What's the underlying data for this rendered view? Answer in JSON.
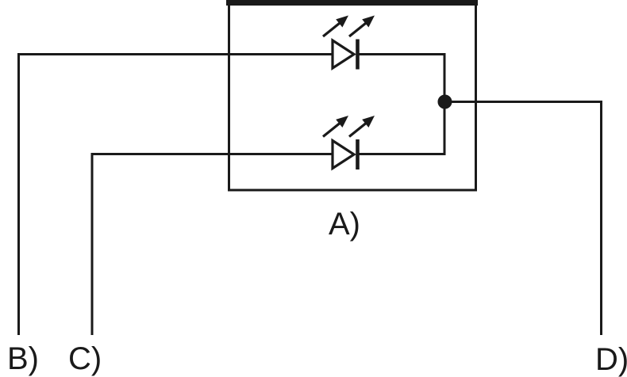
{
  "diagram": {
    "type": "circuit-schematic",
    "labels": {
      "component": "A)",
      "lead_left": "B)",
      "lead_middle": "C)",
      "lead_right": "D)"
    },
    "icons": {
      "led_top": "led-diode-with-emission-arrows",
      "led_bottom": "led-diode-with-emission-arrows",
      "junction": "filled-junction-dot"
    },
    "colors": {
      "line": "#1a1a1a",
      "background": "#ffffff"
    }
  }
}
